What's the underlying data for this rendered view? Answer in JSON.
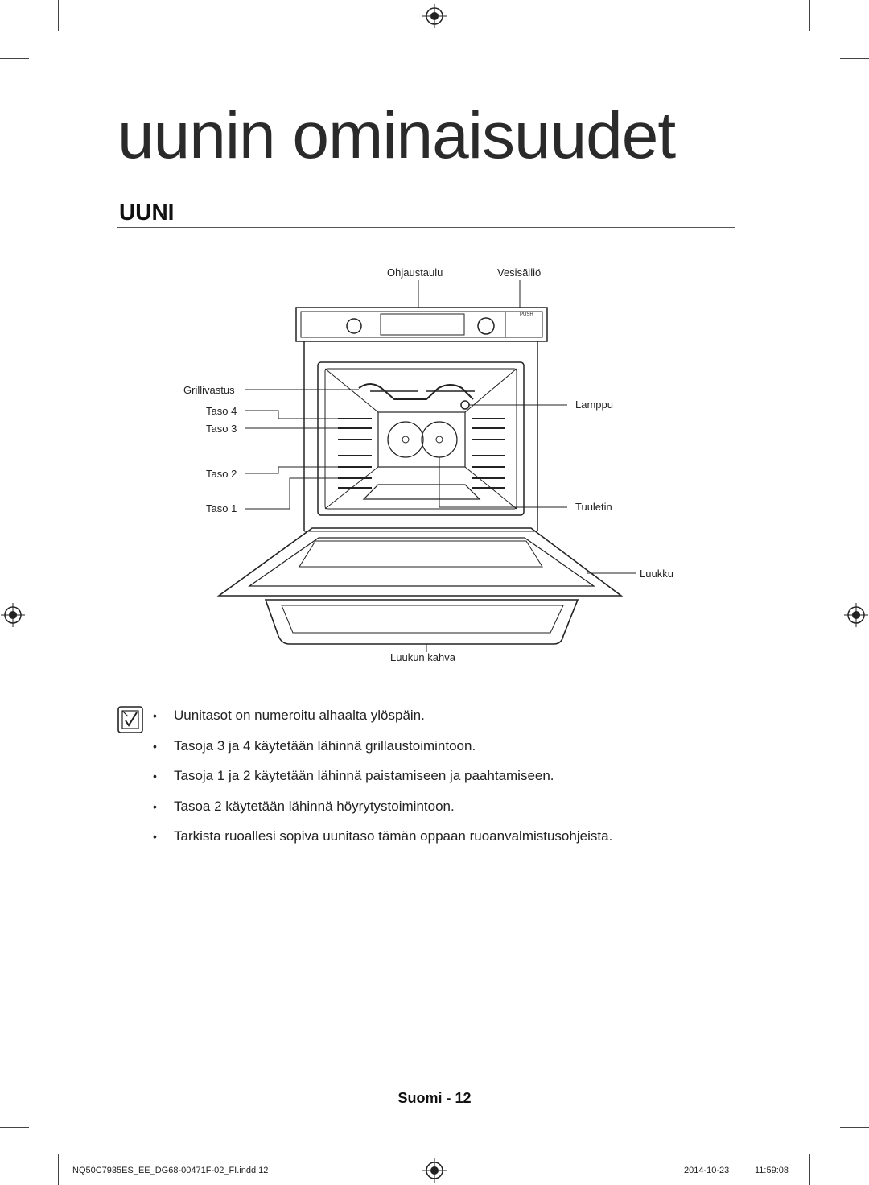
{
  "page": {
    "title": "uunin ominaisuudet",
    "section_heading": "UUNI"
  },
  "diagram_labels": {
    "control_panel": "Ohjaustaulu",
    "water_tank": "Vesisäiliö",
    "grill_element": "Grillivastus",
    "level_4": "Taso 4",
    "level_3": "Taso 3",
    "level_2": "Taso 2",
    "level_1": "Taso 1",
    "lamp": "Lamppu",
    "fan": "Tuuletin",
    "door": "Luukku",
    "door_handle": "Luukun kahva",
    "push": "PUSH"
  },
  "notes": [
    "Uunitasot on numeroitu alhaalta ylöspäin.",
    "Tasoja 3 ja 4 käytetään lähinnä grillaustoimintoon.",
    "Tasoja 1 ja 2 käytetään lähinnä paistamiseen ja paahtamiseen.",
    "Tasoa 2 käytetään lähinnä höyrytystoimintoon.",
    "Tarkista ruoallesi sopiva uunitaso tämän oppaan ruoanvalmistusohjeista."
  ],
  "bullet_char": "•",
  "page_number": "Suomi - 12",
  "footer": {
    "file": "NQ50C7935ES_EE_DG68-00471F-02_FI.indd   12",
    "date": "2014-10-23",
    "time": "11:59:08"
  }
}
